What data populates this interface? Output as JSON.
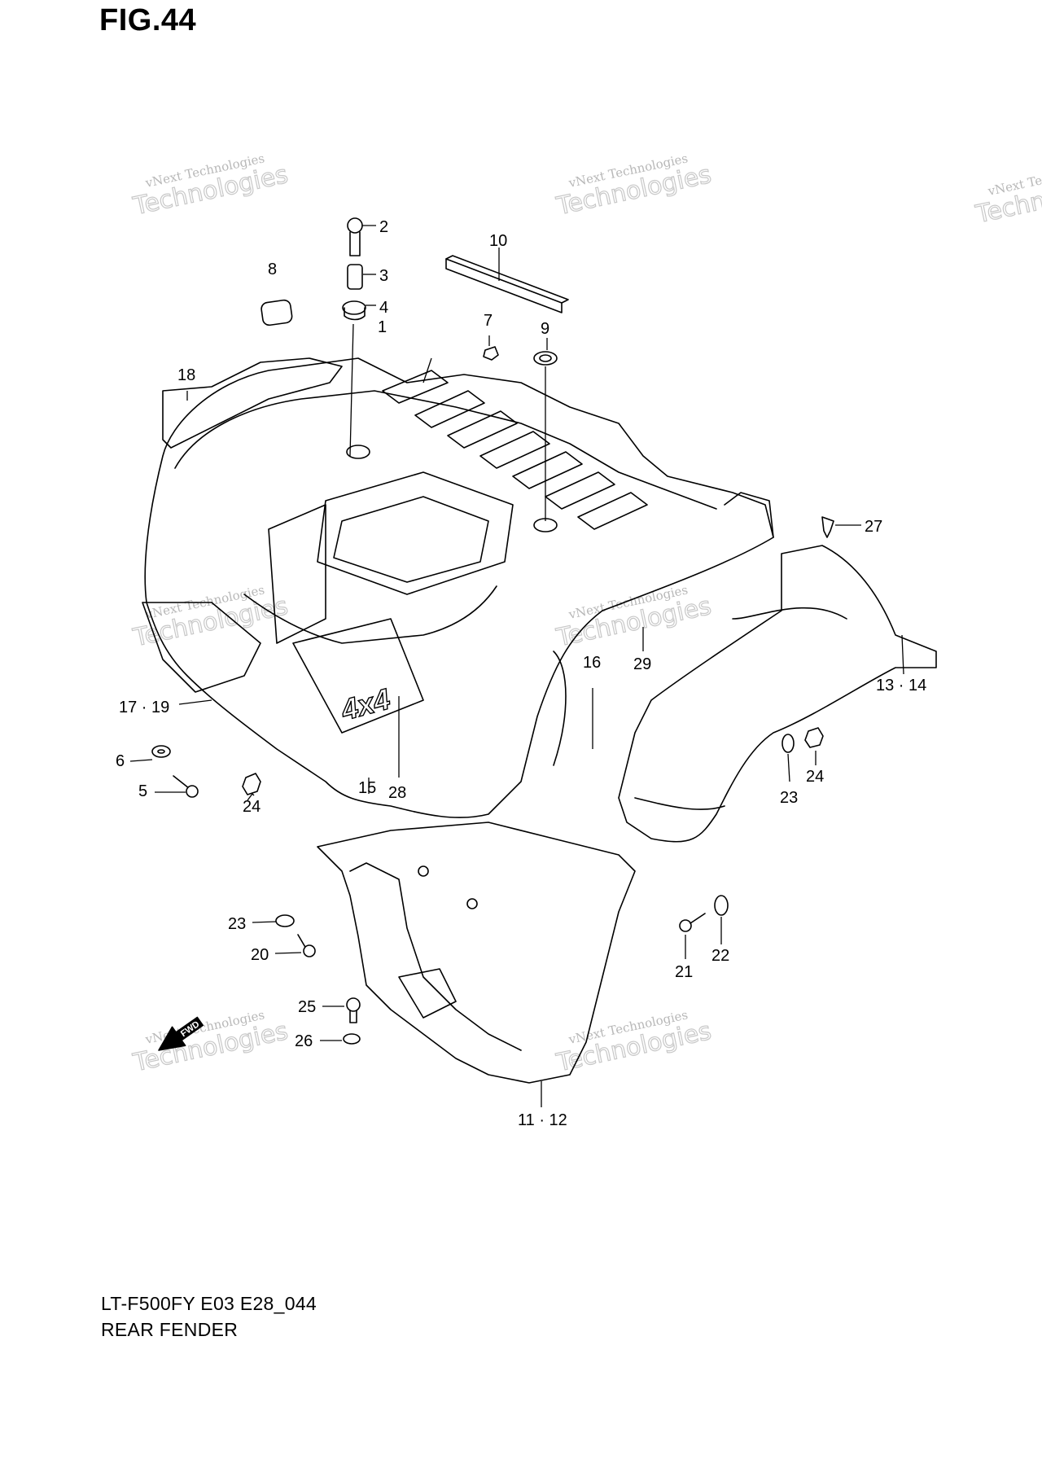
{
  "figure": {
    "title": "FIG.44",
    "model_code": "LT-F500FY E03 E28_044",
    "part_name": "REAR FENDER",
    "fwd_label": "FWD"
  },
  "watermark": {
    "line1": "vNext Technologies",
    "line2": "vNext",
    "line3": "Technologies"
  },
  "callouts": [
    {
      "id": "c1",
      "label": "1"
    },
    {
      "id": "c2",
      "label": "2"
    },
    {
      "id": "c3",
      "label": "3"
    },
    {
      "id": "c4",
      "label": "4"
    },
    {
      "id": "c5",
      "label": "5"
    },
    {
      "id": "c6",
      "label": "6"
    },
    {
      "id": "c7",
      "label": "7"
    },
    {
      "id": "c8",
      "label": "8"
    },
    {
      "id": "c9",
      "label": "9"
    },
    {
      "id": "c10",
      "label": "10"
    },
    {
      "id": "c11",
      "label": "11 · 12"
    },
    {
      "id": "c13",
      "label": "13 · 14"
    },
    {
      "id": "c15",
      "label": "15"
    },
    {
      "id": "c16",
      "label": "16"
    },
    {
      "id": "c17",
      "label": "17 · 19"
    },
    {
      "id": "c18",
      "label": "18"
    },
    {
      "id": "c20",
      "label": "20"
    },
    {
      "id": "c21",
      "label": "21"
    },
    {
      "id": "c22",
      "label": "22"
    },
    {
      "id": "c23a",
      "label": "23"
    },
    {
      "id": "c23b",
      "label": "23"
    },
    {
      "id": "c24a",
      "label": "24"
    },
    {
      "id": "c24b",
      "label": "24"
    },
    {
      "id": "c25",
      "label": "25"
    },
    {
      "id": "c26",
      "label": "26"
    },
    {
      "id": "c27",
      "label": "27"
    },
    {
      "id": "c28",
      "label": "28"
    },
    {
      "id": "c29",
      "label": "29"
    }
  ]
}
